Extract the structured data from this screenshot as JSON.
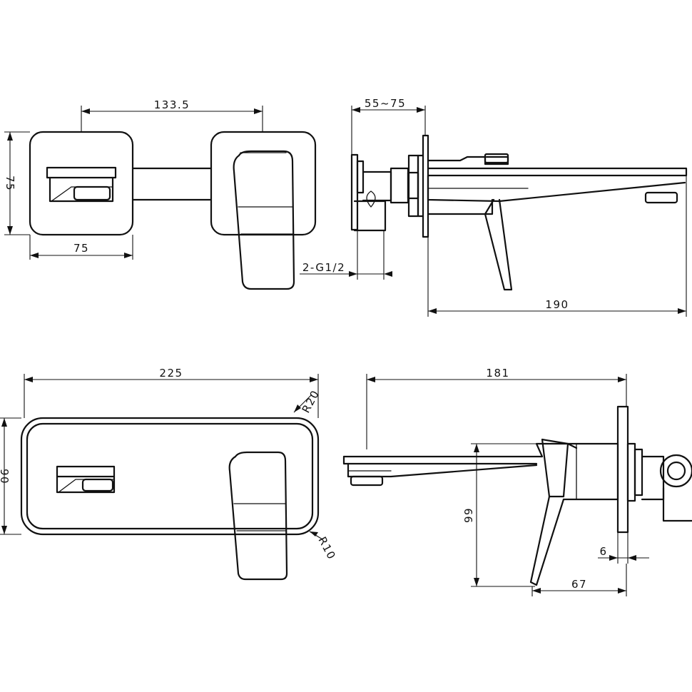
{
  "drawing": {
    "front_view": {
      "dim_spacing": "133.5",
      "dim_width": "75",
      "dim_height": "75"
    },
    "side_view": {
      "dim_wall_depth": "55~75",
      "dim_thread": "2-G1/2",
      "dim_spout_length": "190"
    },
    "plate_view": {
      "dim_width": "225",
      "dim_height": "90",
      "dim_radius_outer": "R20",
      "dim_radius_inner": "R10"
    },
    "section_view": {
      "dim_length": "181",
      "dim_height": "99",
      "dim_plate": "6",
      "dim_handle_offset": "67"
    }
  }
}
